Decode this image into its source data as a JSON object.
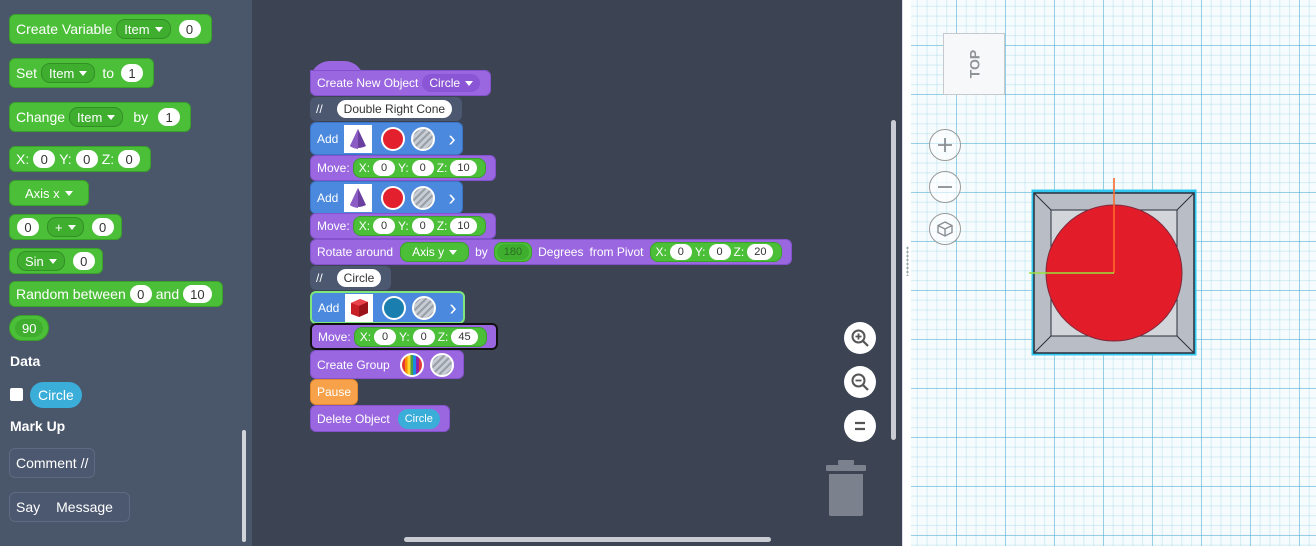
{
  "palette": {
    "create_variable": {
      "label": "Create Variable",
      "var": "Item",
      "value": "0"
    },
    "set": {
      "label": "Set",
      "var": "Item",
      "to": "to",
      "value": "1"
    },
    "change": {
      "label": "Change",
      "var": "Item",
      "by": "by",
      "value": "1"
    },
    "xyz": {
      "x": "X:",
      "xv": "0",
      "y": "Y:",
      "yv": "0",
      "z": "Z:",
      "zv": "0"
    },
    "axis": {
      "value": "Axis x"
    },
    "math": {
      "a": "0",
      "op": "+",
      "b": "0"
    },
    "sin": {
      "fn": "Sin",
      "value": "0"
    },
    "random": {
      "label": "Random between",
      "a": "0",
      "and": "and",
      "b": "10"
    },
    "number": {
      "value": "90"
    },
    "data_heading": "Data",
    "circle_var": "Circle",
    "markup_heading": "Mark Up",
    "comment": "Comment //",
    "say": {
      "label": "Say",
      "message": "Message"
    }
  },
  "script": {
    "create_new_object": {
      "label": "Create New Object",
      "shape": "Circle"
    },
    "comment1": {
      "prefix": "//",
      "text": "Double Right Cone"
    },
    "add_label": "Add",
    "move_label": "Move:",
    "move1": {
      "x": "X:",
      "xv": "0",
      "y": "Y:",
      "yv": "0",
      "z": "Z:",
      "zv": "10"
    },
    "move2": {
      "x": "X:",
      "xv": "0",
      "y": "Y:",
      "yv": "0",
      "z": "Z:",
      "zv": "10"
    },
    "rotate": {
      "label": "Rotate around",
      "axis": "Axis y",
      "by": "by",
      "deg": "180",
      "degrees": "Degrees",
      "from_pivot": "from Pivot",
      "x": "X:",
      "xv": "0",
      "y": "Y:",
      "yv": "0",
      "z": "Z:",
      "zv": "20"
    },
    "comment2": {
      "prefix": "//",
      "text": "Circle"
    },
    "move3": {
      "x": "X:",
      "xv": "0",
      "y": "Y:",
      "yv": "0",
      "z": "Z:",
      "zv": "45"
    },
    "create_group": "Create Group",
    "pause": "Pause",
    "delete_object": {
      "label": "Delete Object",
      "target": "Circle"
    }
  },
  "viewer": {
    "view_cube": "TOP"
  },
  "icons": [
    "cone-icon",
    "cube-icon",
    "chevron-right-icon",
    "zoom-in-icon",
    "zoom-out-icon",
    "zoom-reset-icon",
    "trash-icon",
    "plus-icon",
    "minus-icon",
    "home-view-icon"
  ],
  "colors": {
    "red": "#e3202d",
    "teal": "#1a7fae",
    "workspace": "#3c4454",
    "palette": "#4a5669",
    "green": "#4cbf39",
    "purple": "#9a67e0",
    "blue": "#4a89de",
    "orange": "#f7a24a"
  }
}
